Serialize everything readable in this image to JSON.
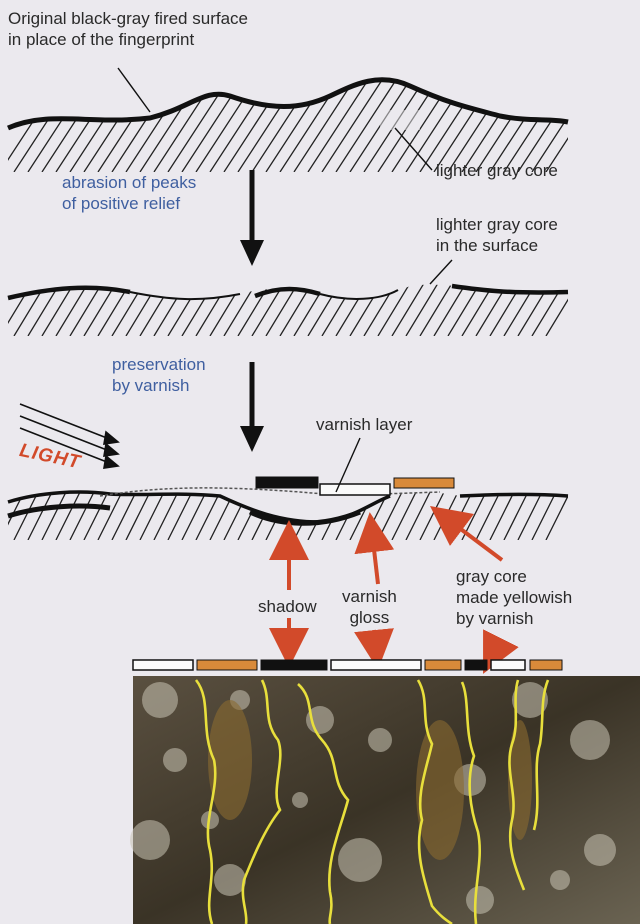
{
  "labels": {
    "original_surface_line1": "Original black-gray fired surface",
    "original_surface_line2": "in place of the fingerprint",
    "lighter_core_1": "lighter gray core",
    "abrasion_line1": "abrasion of peaks",
    "abrasion_line2": "of positive relief",
    "lighter_core_surface_line1": "lighter gray core",
    "lighter_core_surface_line2": "in the surface",
    "preservation_line1": "preservation",
    "preservation_line2": "by varnish",
    "light": "LIGHT",
    "varnish_layer": "varnish layer",
    "shadow": "shadow",
    "varnish_gloss_line1": "varnish",
    "varnish_gloss_line2": "gloss",
    "gray_core_line1": "gray core",
    "gray_core_line2": "made yellowish",
    "gray_core_line3": "by varnish"
  },
  "colors": {
    "background": "#ebe9ee",
    "ink": "#1a1a1a",
    "blue_text": "#3f5fa0",
    "red_arrow": "#d24a2a",
    "orange_bar": "#d98a3a",
    "yellow_outline": "#e8df3c"
  },
  "legend_bar_sequence": [
    "white",
    "orange",
    "black",
    "white",
    "orange",
    "black",
    "white",
    "orange"
  ]
}
